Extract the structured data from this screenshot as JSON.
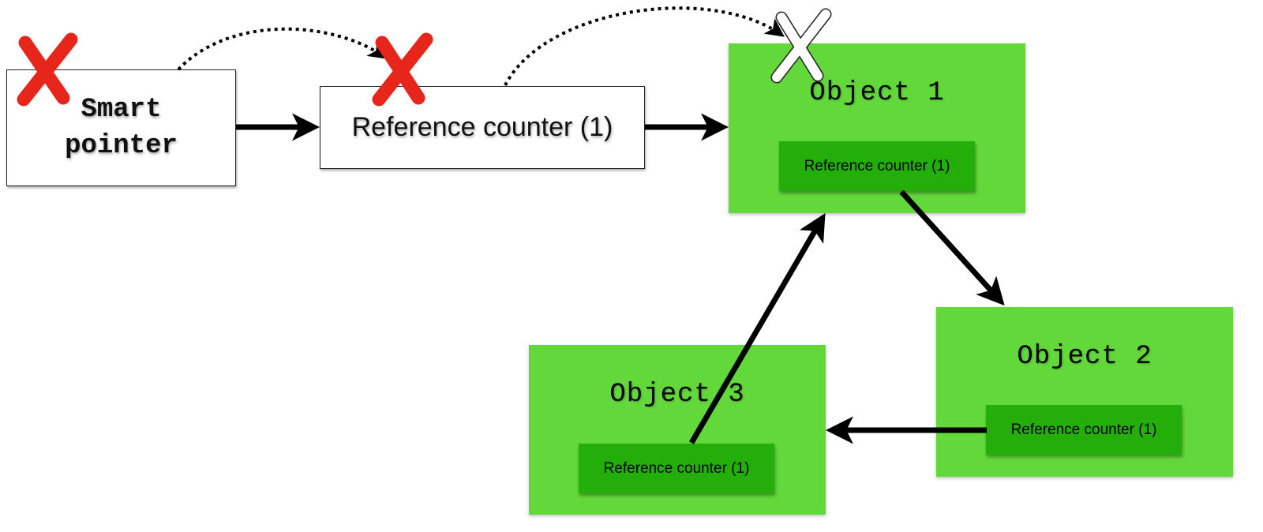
{
  "smart_pointer": {
    "line1": "Smart",
    "line2": "pointer"
  },
  "ref_counter_main": {
    "label": "Reference counter (1)"
  },
  "objects": [
    {
      "title": "Object 1",
      "counter": "Reference counter (1)"
    },
    {
      "title": "Object 2",
      "counter": "Reference counter (1)"
    },
    {
      "title": "Object 3",
      "counter": "Reference counter (1)"
    }
  ],
  "colors": {
    "object_green": "#62d83a",
    "counter_green": "#23ae0a",
    "cross_red": "#e8251a",
    "arrow": "#000000"
  }
}
